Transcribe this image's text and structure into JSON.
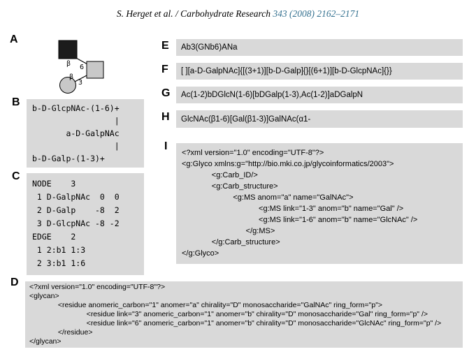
{
  "header": {
    "prefix": "S. Herget et al. / Carbohydrate Research ",
    "citation": "343 (2008) 2162–2171"
  },
  "colors": {
    "box_background": "#d9d9d9",
    "citation_link": "#33708f",
    "glcnac_fill": "#1c1c1c",
    "galnac_fill": "#c8c8c8",
    "gal_fill": "#c8c8c8"
  },
  "diagram": {
    "upper_anomer": "β",
    "upper_position": "6",
    "lower_anomer": "β",
    "lower_position": "3"
  },
  "panels": {
    "a": {
      "label": "A"
    },
    "b": {
      "label": "B",
      "lines": [
        "b-D-GlcpNAc-(1-6)+",
        "                 |",
        "       a-D-GalpNAc",
        "                 |",
        "b-D-Galp-(1-3)+"
      ]
    },
    "c": {
      "label": "C",
      "lines": [
        "NODE    3",
        " 1 D-GalpNAc  0  0",
        " 2 D-Galp    -8  2",
        " 3 D-GlcpNAc -8 -2",
        "EDGE    2",
        " 1 2:b1 1:3",
        " 2 3:b1 1:6"
      ]
    },
    "d": {
      "label": "D",
      "lines": [
        "<?xml version=\"1.0\" encoding=\"UTF-8\"?>",
        "<glycan>",
        "              <residue anomeric_carbon=\"1\" anomer=\"a\" chirality=\"D\" monosaccharide=\"GalNAc\" ring_form=\"p\">",
        "                            <residue link=\"3\" anomeric_carbon=\"1\" anomer=\"b\" chirality=\"D\" monosaccharide=\"Gal\" ring_form=\"p\" />",
        "                            <residue link=\"6\" anomeric_carbon=\"1\" anomer=\"b\" chirality=\"D\" monosaccharide=\"GlcNAc\" ring_form=\"p\" />",
        "              </residue>",
        "</glycan>"
      ]
    },
    "e": {
      "label": "E",
      "text": "Ab3(GNb6)ANa"
    },
    "f": {
      "label": "F",
      "text": "[ ][a-D-GalpNAc]{[(3+1)][b-D-Galp]{}[(6+1)][b-D-GlcpNAc]{}}"
    },
    "g": {
      "label": "G",
      "text": "Ac(1-2)bDGlcN(1-6)[bDGalp(1-3),Ac(1-2)]aDGalpN"
    },
    "h": {
      "label": "H",
      "text": "GlcNAc(β1-6)[Gal(β1-3)]GalNAc(α1-"
    },
    "i": {
      "label": "I",
      "lines": [
        "<?xml version=\"1.0\" encoding=\"UTF-8\"?>",
        "<g:Glyco xmlns:g=\"http://bio.mki.co.jp/glycoinformatics/2003\">",
        "              <g:Carb_ID/>",
        "              <g:Carb_structure>",
        "                        <g:MS anom=\"a\" name=\"GalNAc\">",
        "                                    <g:MS link=\"1-3\" anom=\"b\" name=\"Gal\" />",
        "                                    <g:MS link=\"1-6\" anom=\"b\" name=\"GlcNAc\" />",
        "                              </g:MS>",
        "              </g:Carb_structure>",
        "</g:Glyco>"
      ]
    }
  }
}
